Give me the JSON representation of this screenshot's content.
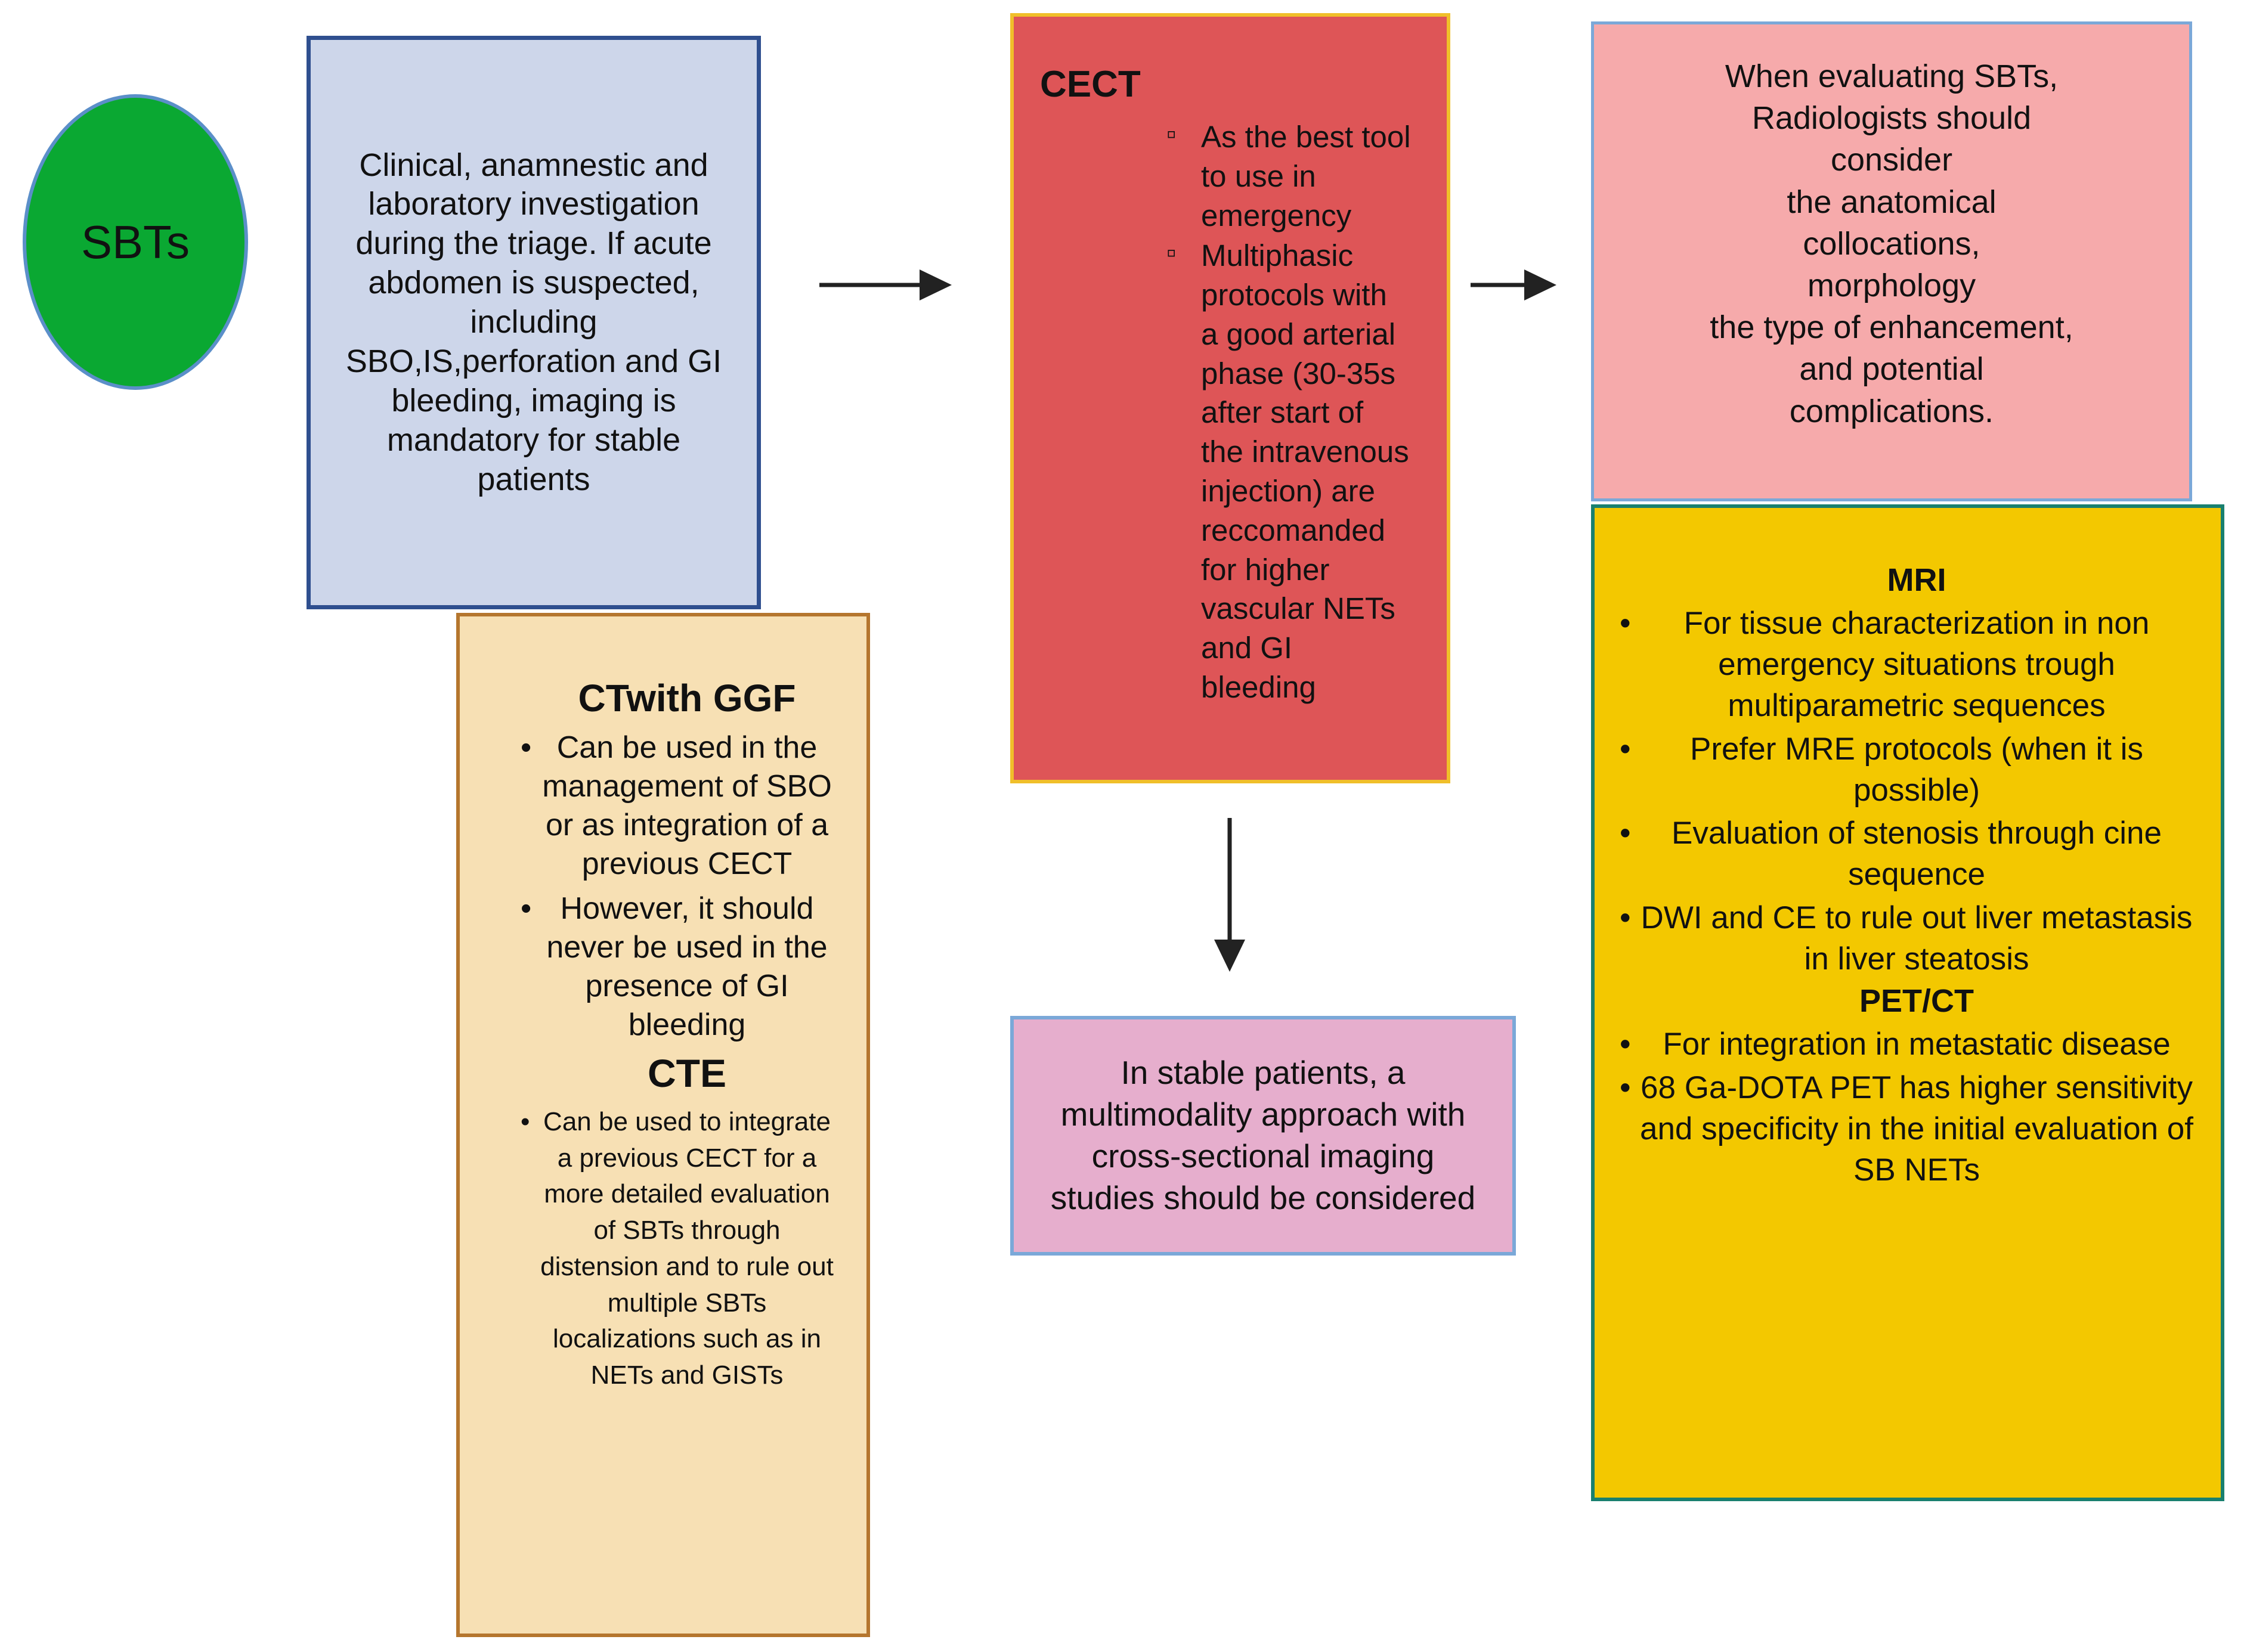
{
  "colors": {
    "sbts_fill": "#0aa832",
    "clinical_fill": "#cdd6ea",
    "ctggf_fill": "#f7e0b4",
    "cect_fill": "#de5557",
    "evaluate_fill": "#f6aaab",
    "mri_fill": "#f3c800",
    "stable_fill": "#e6aecd",
    "arrow": "#222222"
  },
  "sbts": {
    "label": "SBTs"
  },
  "clinical": {
    "text": "Clinical, anamnestic and laboratory investigation during the triage. If acute abdomen is suspected, including SBO,IS,perforation and GI bleeding, imaging is mandatory for stable patients"
  },
  "ct_ggf": {
    "title": "CTwith GGF",
    "bullets": [
      "Can be used in the management of SBO or as integration of a previous CECT",
      "However, it should never be used in the presence of GI bleeding"
    ],
    "cte_title": "CTE",
    "cte_bullets": [
      "Can be used to integrate a previous CECT for a more detailed evaluation of SBTs through distension and to rule out multiple SBTs localizations such as in NETs and GISTs"
    ]
  },
  "cect": {
    "title": "CECT",
    "bullets": [
      "As the best tool to use in emergency",
      "Multiphasic protocols with a good arterial phase (30-35s after start of the intravenous injection) are reccomanded for higher vascular NETs and GI bleeding"
    ]
  },
  "evaluate": {
    "lines": [
      "When evaluating SBTs,",
      "Radiologists should",
      "consider",
      "the anatomical",
      "collocations,",
      "morphology",
      "the type of enhancement,",
      "and potential",
      "complications."
    ]
  },
  "mri": {
    "title": "MRI",
    "bullets": [
      "For tissue characterization in non emergency situations trough multiparametric sequences",
      "Prefer MRE protocols (when it is possible)",
      "Evaluation of stenosis through cine sequence",
      "DWI and CE to rule out liver metastasis in liver steatosis"
    ],
    "pet_title": "PET/CT",
    "pet_bullets": [
      "For integration in metastatic disease",
      "68 Ga-DOTA PET has higher sensitivity and specificity in the initial evaluation of SB NETs"
    ]
  },
  "stable": {
    "text": "In stable patients, a multimodality approach with cross-sectional imaging studies should be considered"
  }
}
